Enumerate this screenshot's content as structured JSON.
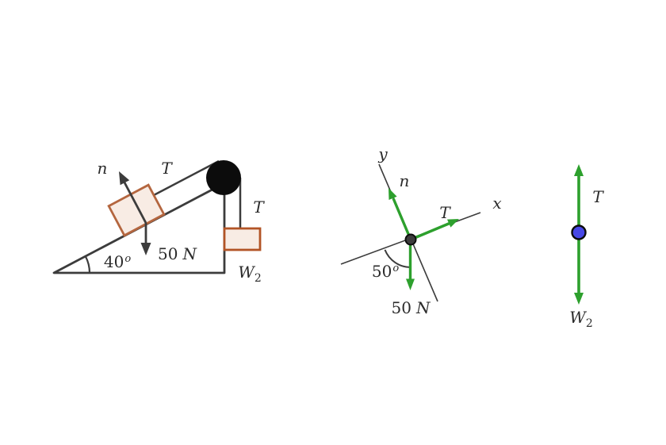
{
  "figure": {
    "description_labels_only": true,
    "colors": {
      "line_dark": "#3c3c3c",
      "label_text": "#2b2b2b",
      "pulley_black": "#0c0c0c",
      "block_fill": "#f8ece4",
      "incline_block_stroke": "#b4663f",
      "hanging_block_stroke": "#b25426",
      "vector_green": "#2da02d",
      "particle_blue": "#4747e6"
    },
    "incline_diagram": {
      "normal_label": "n",
      "rope_tension_label": "T",
      "hanging_tension_label": "T",
      "weight_value": "50",
      "weight_unit": "N",
      "angle_value": "40",
      "angle_sup": "o",
      "hanging_weight_symbol": "W",
      "hanging_weight_subscript": "2"
    },
    "block_fbd": {
      "y_axis_label": "y",
      "x_axis_label": "x",
      "normal_label": "n",
      "tension_label": "T",
      "angle_value": "50",
      "angle_sup": "o",
      "weight_value": "50",
      "weight_unit": "N"
    },
    "hanging_fbd": {
      "tension_label": "T",
      "weight_symbol": "W",
      "weight_subscript": "2"
    }
  }
}
